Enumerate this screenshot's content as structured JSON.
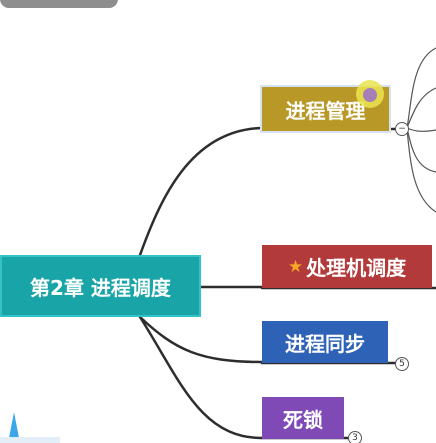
{
  "mindmap": {
    "root": {
      "label": "第2章 进程调度"
    },
    "branches": [
      {
        "id": "jincheng-guanli",
        "label": "进程管理",
        "color": "#b89826",
        "selected": true
      },
      {
        "id": "chuliji",
        "label": "处理机调度",
        "color": "#b33a3a",
        "icon": "star-icon"
      },
      {
        "id": "tongbu",
        "label": "进程同步",
        "color": "#2d62b6",
        "collapsed_count": "5"
      },
      {
        "id": "sisuo",
        "label": "死锁",
        "color": "#7f4ab5",
        "collapsed_count": "3"
      }
    ],
    "root_color": "#19a4a7",
    "expand_toggle": "−"
  }
}
